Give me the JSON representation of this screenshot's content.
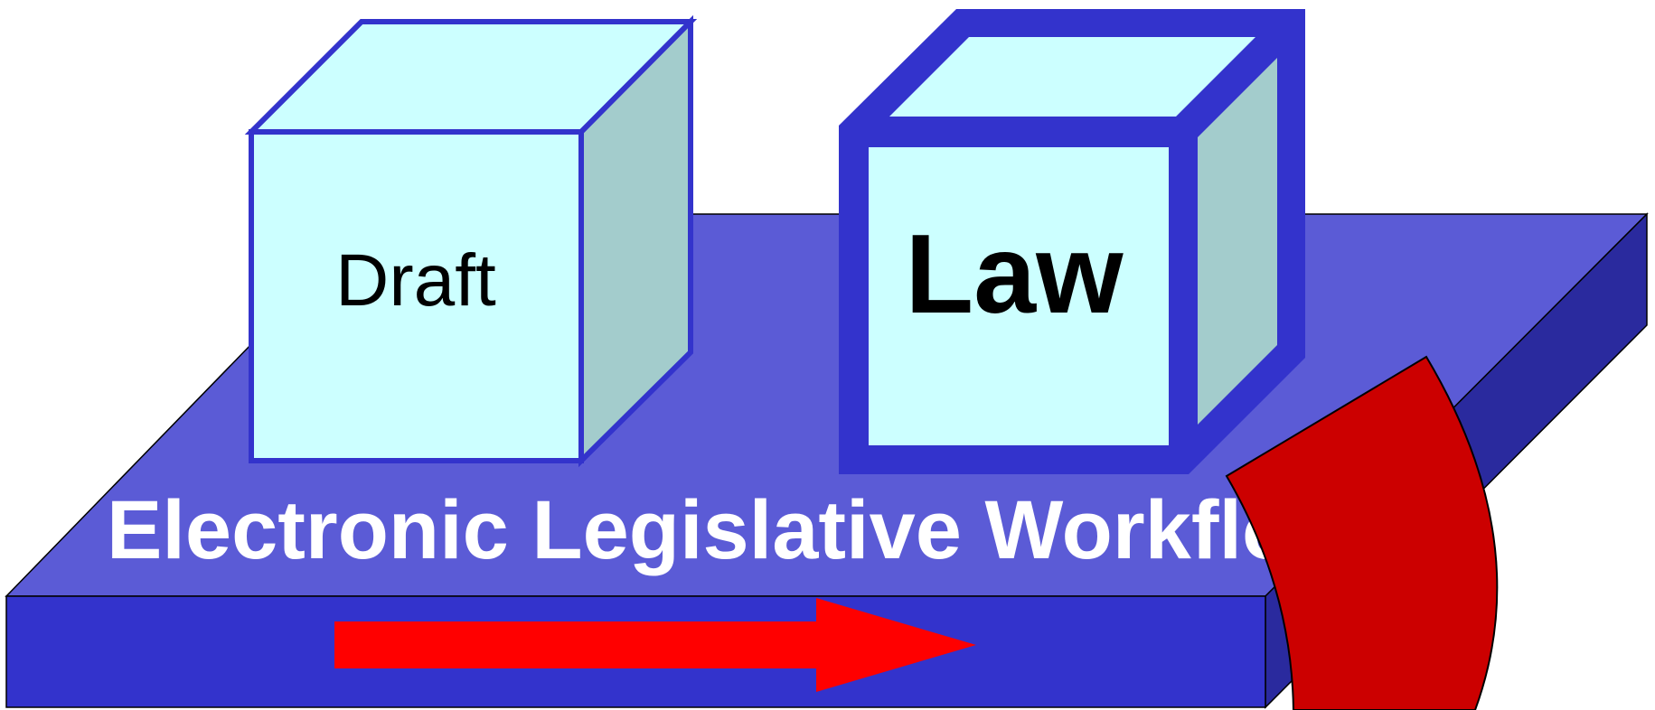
{
  "diagram": {
    "workflow_title": "Electronic Legislative Workflow",
    "draft_label": "Draft",
    "law_label": "Law"
  },
  "colors": {
    "platform_top": "#5b5bd6",
    "platform_front": "#3333cc",
    "platform_side": "#2a2a9e",
    "cube_face": "#ccffff",
    "cube_side": "#a3cccc",
    "cube_border": "#3333cc",
    "arrow_red": "#ff0000",
    "curved_arrow_red": "#cc0000",
    "title_text": "#ffffff"
  }
}
